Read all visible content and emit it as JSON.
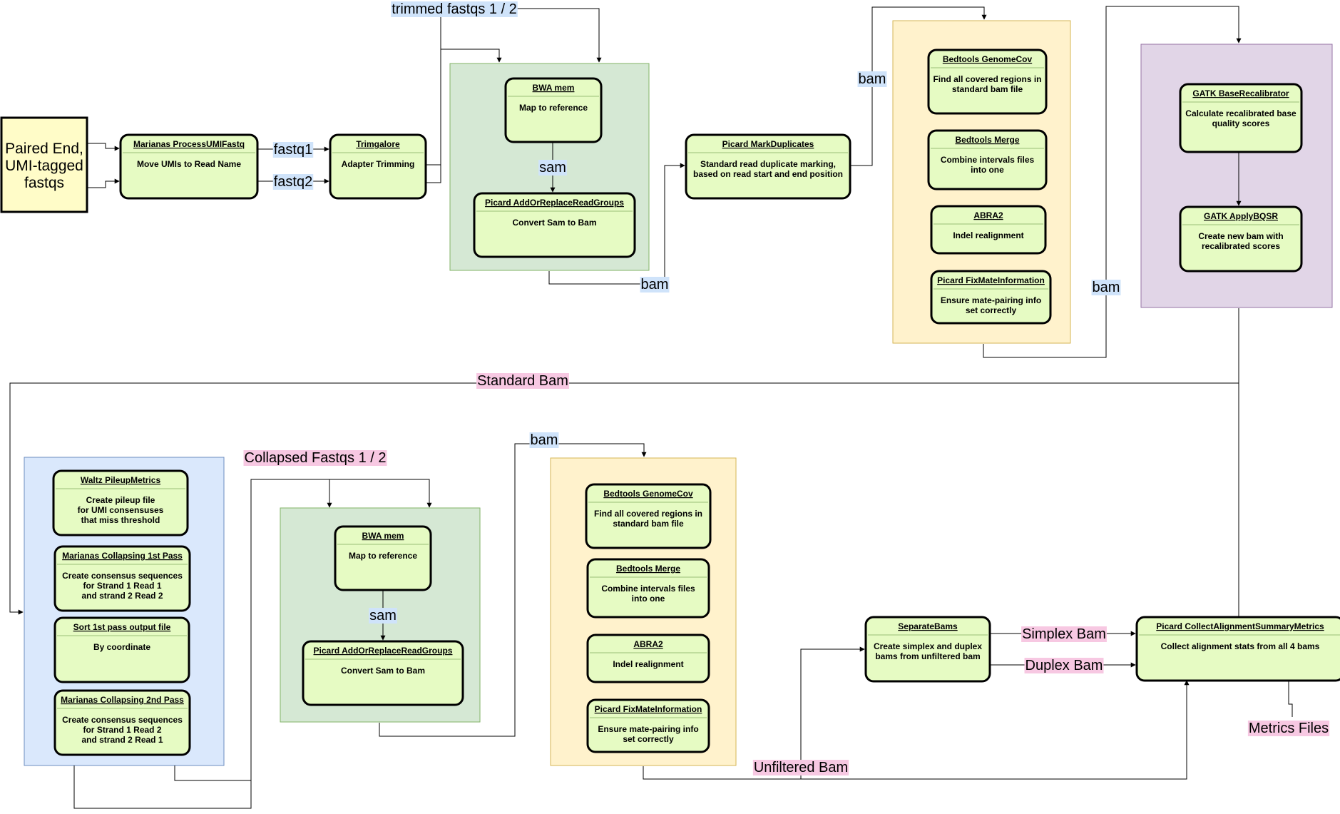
{
  "colors": {
    "node_fill": "#e6fbc3",
    "input_fill": "#fffcc8",
    "label_blue": "#cfe3fa",
    "label_pink": "#f7c8e2",
    "group_green": "#d5e8d4",
    "group_yellow": "#fff2cc",
    "group_purple": "#e1d5e7",
    "group_blue": "#dae8fc"
  },
  "input_node": {
    "lines": [
      "Paired End,",
      "UMI-tagged",
      "fastqs"
    ]
  },
  "nodes": {
    "umi": {
      "title": "Marianas ProcessUMIFastq",
      "desc": [
        "Move UMIs to Read Name"
      ]
    },
    "trim": {
      "title": "Trimgalore",
      "desc": [
        "Adapter Trimming"
      ]
    },
    "bwa1": {
      "title": "BWA mem",
      "desc": [
        "Map to reference"
      ]
    },
    "arrg1": {
      "title": "Picard AddOrReplaceReadGroups",
      "desc": [
        "Convert Sam to Bam"
      ]
    },
    "markdup": {
      "title": "Picard MarkDuplicates",
      "desc": [
        "Standard read duplicate marking,",
        "based on read start and end position"
      ]
    },
    "gcov1": {
      "title": "Bedtools GenomeCov",
      "desc": [
        "Find all covered regions in",
        "standard bam file"
      ]
    },
    "merge1": {
      "title": "Bedtools Merge",
      "desc": [
        "Combine intervals files",
        "into one"
      ]
    },
    "abra1": {
      "title": "ABRA2",
      "desc": [
        "Indel realignment"
      ]
    },
    "fixmate1": {
      "title": "Picard FixMateInformation",
      "desc": [
        "Ensure mate-pairing info",
        "set correctly"
      ]
    },
    "bqsr": {
      "title": "GATK BaseRecalibrator",
      "desc": [
        "Calculate recalibrated base",
        "quality scores"
      ]
    },
    "applybqsr": {
      "title": "GATK ApplyBQSR",
      "desc": [
        "Create new bam with",
        "recalibrated scores"
      ]
    },
    "waltz": {
      "title": "Waltz PileupMetrics",
      "desc": [
        "Create pileup file",
        "for UMI consensuses",
        "that miss threshold"
      ]
    },
    "collapse1": {
      "title": "Marianas Collapsing 1st Pass",
      "desc": [
        "Create consensus sequences",
        "for Strand 1 Read 1",
        "and strand 2 Read 2"
      ]
    },
    "sort": {
      "title": "Sort 1st pass output file",
      "desc": [
        "By coordinate"
      ]
    },
    "collapse2": {
      "title": "Marianas Collapsing 2nd Pass",
      "desc": [
        "Create consensus sequences",
        "for Strand 1 Read 2",
        "and strand 2 Read 1"
      ]
    },
    "bwa2": {
      "title": "BWA mem",
      "desc": [
        "Map to reference"
      ]
    },
    "arrg2": {
      "title": "Picard AddOrReplaceReadGroups",
      "desc": [
        "Convert Sam to Bam"
      ]
    },
    "gcov2": {
      "title": "Bedtools GenomeCov",
      "desc": [
        "Find all covered regions in",
        "standard bam file"
      ]
    },
    "merge2": {
      "title": "Bedtools Merge",
      "desc": [
        "Combine intervals files",
        "into one"
      ]
    },
    "abra2": {
      "title": "ABRA2",
      "desc": [
        "Indel realignment"
      ]
    },
    "fixmate2": {
      "title": "Picard FixMateInformation",
      "desc": [
        "Ensure mate-pairing info",
        "set correctly"
      ]
    },
    "separate": {
      "title": "SeparateBams",
      "desc": [
        "Create simplex and duplex",
        "bams from unfiltered bam"
      ]
    },
    "metrics": {
      "title": "Picard CollectAlignmentSummaryMetrics",
      "desc": [
        "Collect alignment stats from all 4 bams"
      ]
    }
  },
  "edge_labels": {
    "fastq1": "fastq1",
    "fastq2": "fastq2",
    "trimmed": "trimmed fastqs 1 / 2",
    "sam1": "sam",
    "bam1": "bam",
    "bam2": "bam",
    "bam3": "bam",
    "standard_bam": "Standard Bam",
    "collapsed": "Collapsed Fastqs 1 / 2",
    "sam2": "sam",
    "bam4": "bam",
    "unfiltered": "Unfiltered Bam",
    "simplex": "Simplex Bam",
    "duplex": "Duplex Bam",
    "metrics_files": "Metrics Files"
  }
}
